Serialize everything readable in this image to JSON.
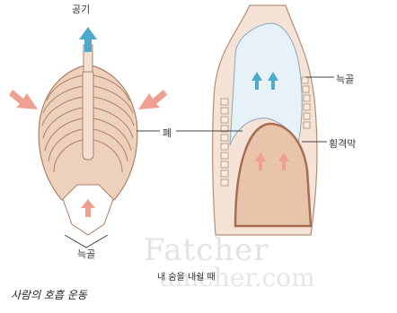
{
  "labels": {
    "air": "공기",
    "lung": "폐",
    "rib_right": "늑골",
    "diaphragm": "횡격막",
    "rib_left": "늑골",
    "caption": "내 숨을 내쉴 때",
    "title": "사람의 호흡 운동"
  },
  "watermark": {
    "line1": "Fatcher",
    "line2": "ameher.com"
  },
  "colors": {
    "rib_fill": "#ecd1bd",
    "rib_stroke": "#b07e62",
    "lung_fill": "#e7f1f8",
    "diaphragm_fill": "#e8c4ab",
    "arrow_blue": "#4da9c9",
    "arrow_pink": "#f0a090",
    "leader": "#444444"
  }
}
